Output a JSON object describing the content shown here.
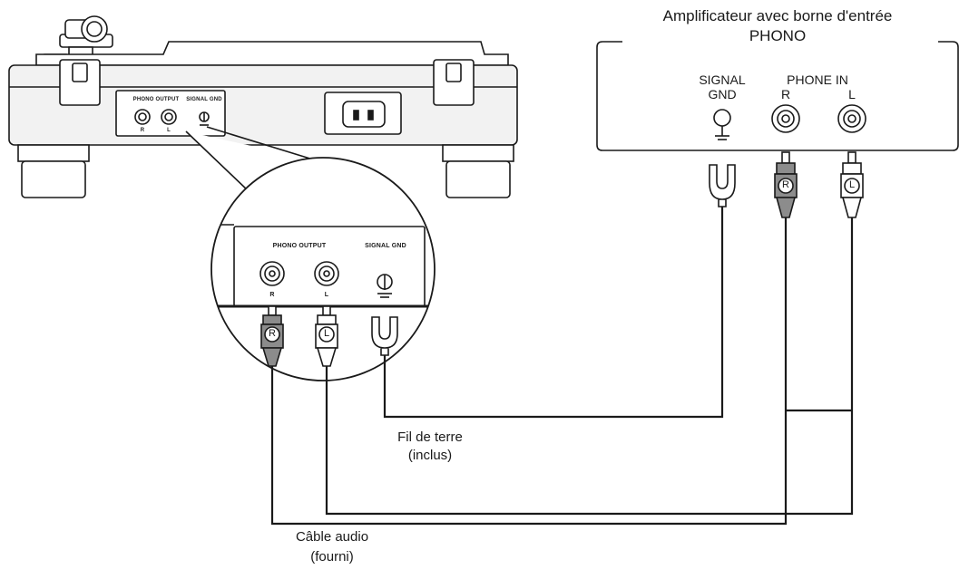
{
  "amplifier": {
    "title_line1": "Amplificateur avec borne d'entrée",
    "title_line2": "PHONO",
    "signal_gnd_line1": "SIGNAL",
    "signal_gnd_line2": "GND",
    "phone_in": "PHONE IN",
    "right": "R",
    "left": "L"
  },
  "turntable": {
    "phono_output_small": "PHONO OUTPUT",
    "signal_gnd_small": "SIGNAL GND",
    "right_small": "R",
    "left_small": "L"
  },
  "zoom": {
    "phono_output": "PHONO OUTPUT",
    "signal_gnd": "SIGNAL GND",
    "right": "R",
    "left": "L"
  },
  "plugs": {
    "right_mark": "R",
    "left_mark": "L"
  },
  "ground_wire": {
    "line1": "Fil de terre",
    "line2": "(inclus)"
  },
  "audio_cable": {
    "line1": "Câble audio",
    "line2": "(fourni)"
  },
  "colors": {
    "ink": "#1a1a1a",
    "plug_gray": "#8c8c8c",
    "body_gray": "#f2f2f2"
  }
}
